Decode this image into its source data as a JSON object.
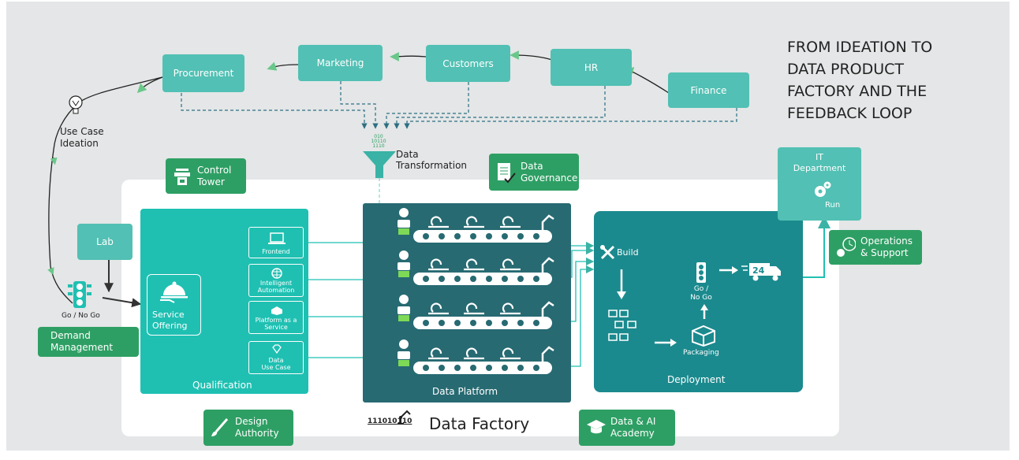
{
  "title": "FROM IDEATION TO\nDATA PRODUCT\nFACTORY AND THE\nFEEDBACK LOOP",
  "departments": {
    "procurement": "Procurement",
    "marketing": "Marketing",
    "customers": "Customers",
    "hr": "HR",
    "finance": "Finance"
  },
  "use_case_ideation": "Use Case\nIdeation",
  "data_transformation": "Data\nTransformation",
  "data_transformation_bits": "010\n10110\n1110",
  "control_tower": "Control\nTower",
  "data_governance": "Data\nGovernance",
  "lab": "Lab",
  "go_no_go": "Go / No Go",
  "demand_management": "Demand\nManagement",
  "service_offering": "Service\nOffering",
  "qualification": "Qualification",
  "services": {
    "frontend": "Frontend",
    "intelligent_automation": "Intelligent\nAutomation",
    "paas": "Platform as a\nService",
    "data_use_case": "Data\nUse Case"
  },
  "data_platform": "Data Platform",
  "deployment": {
    "label": "Deployment",
    "build": "Build",
    "go_no_go": "Go /\nNo Go",
    "packaging": "Packaging",
    "truck_number": "24"
  },
  "it_department": {
    "label": "IT\nDepartment",
    "run": "Run"
  },
  "operations_support": "Operations\n& Support",
  "design_authority": "Design\nAuthority",
  "data_factory": {
    "bits": "111010110",
    "label": "Data Factory"
  },
  "academy": "Data & AI\nAcademy",
  "colors": {
    "teal_light": "#52c0b4",
    "teal_bright": "#1fc0b2",
    "platform": "#276a72",
    "deployment": "#1b8a8e",
    "green": "#2e9f64",
    "background": "#e4e6e7"
  }
}
